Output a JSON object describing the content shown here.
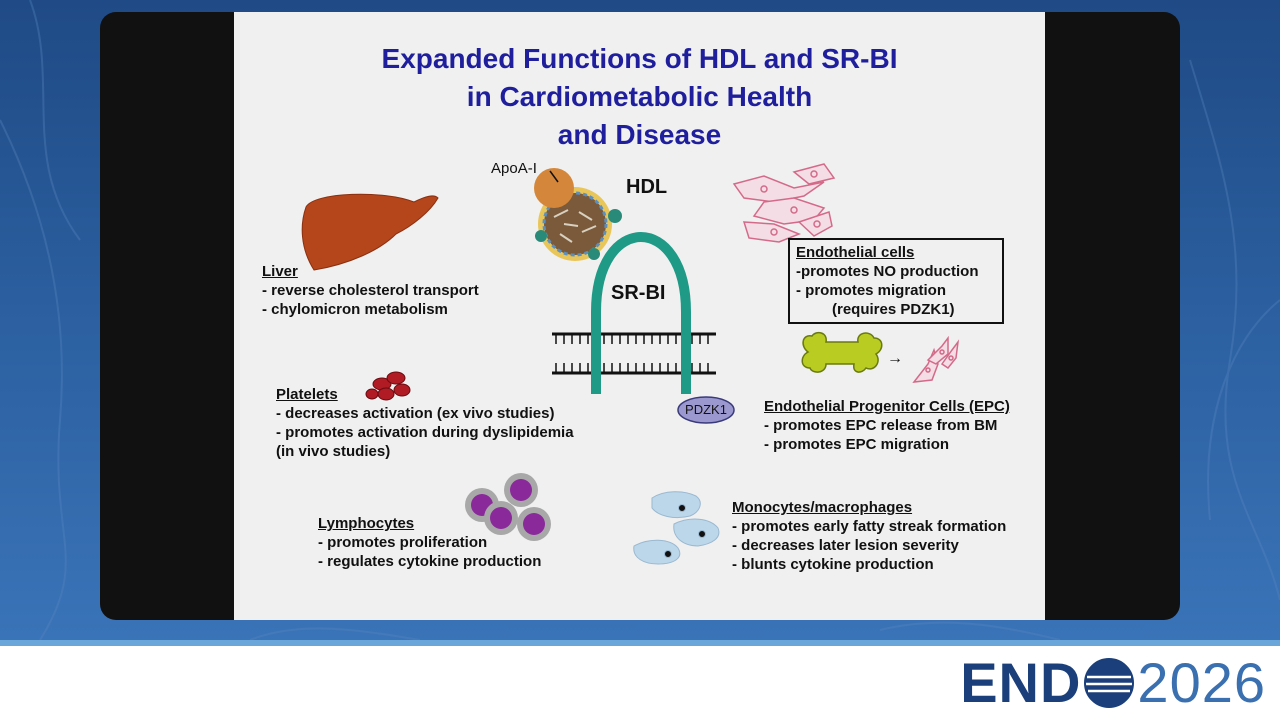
{
  "slide": {
    "title_lines": [
      "Expanded Functions of HDL and SR-BI",
      "in Cardiometabolic Health",
      "and Disease"
    ],
    "labels": {
      "apoa": "ApoA-I",
      "hdl": "HDL",
      "srbi": "SR-BI",
      "pdzk1": "PDZK1"
    },
    "liver": {
      "heading": "Liver",
      "lines": [
        "- reverse cholesterol transport",
        "- chylomicron metabolism"
      ]
    },
    "endothelial": {
      "heading": "Endothelial cells",
      "lines": [
        "-promotes NO production",
        "- promotes migration",
        "(requires PDZK1)"
      ]
    },
    "platelets": {
      "heading": "Platelets",
      "lines": [
        "- decreases activation (ex vivo studies)",
        "- promotes activation during dyslipidemia",
        "(in vivo studies)"
      ]
    },
    "epc": {
      "heading": "Endothelial Progenitor Cells (EPC)",
      "lines": [
        "- promotes EPC release from BM",
        "- promotes EPC migration"
      ]
    },
    "lymphocytes": {
      "heading": "Lymphocytes",
      "lines": [
        "- promotes proliferation",
        "- regulates cytokine production"
      ]
    },
    "monocytes": {
      "heading": "Monocytes/macrophages",
      "lines": [
        "- promotes early fatty streak formation",
        "- decreases later lesion severity",
        "- blunts cytokine production"
      ]
    },
    "arrow": "→"
  },
  "logo": {
    "brand": "END",
    "year": "2026"
  },
  "colors": {
    "title": "#1f1f9e",
    "liver": "#b5451b",
    "srbi": "#1e9a86",
    "pdzk1": "#9b98cf",
    "bone": "#b8cc22",
    "platelet": "#b01b24",
    "lymph_nucleus": "#8a2a9a",
    "mono": "#bcd7ea",
    "endo": "#d46a8a",
    "hdl_core": "#b07a3a"
  }
}
